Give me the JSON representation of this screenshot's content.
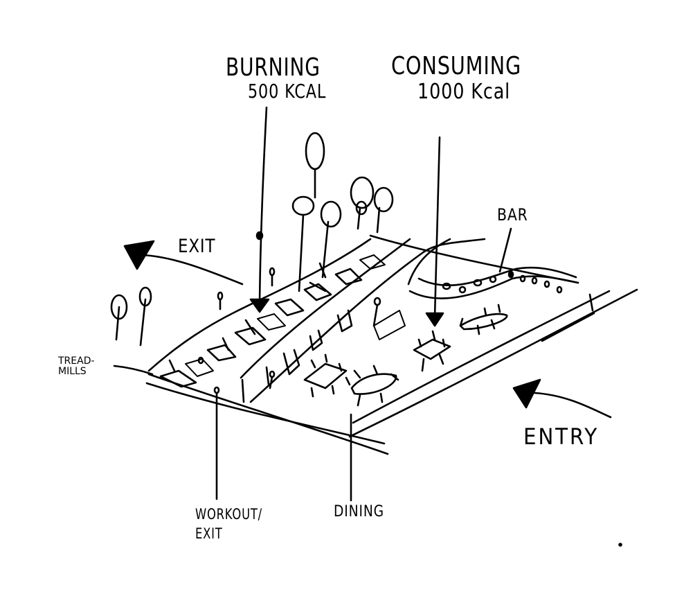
{
  "labels": {
    "burning": "BURNING",
    "burning_value": "500 KCAL",
    "consuming": "CONSUMING",
    "consuming_value": "1000 Kcal",
    "bar": "BAR",
    "exit": "EXIT",
    "treadmills_line1": "TREAD-",
    "treadmills_line2": "MILLS",
    "entry": "ENTRY",
    "workout_line1": "WORKOUT/",
    "workout_line2": "EXIT",
    "dining": "DINING"
  }
}
